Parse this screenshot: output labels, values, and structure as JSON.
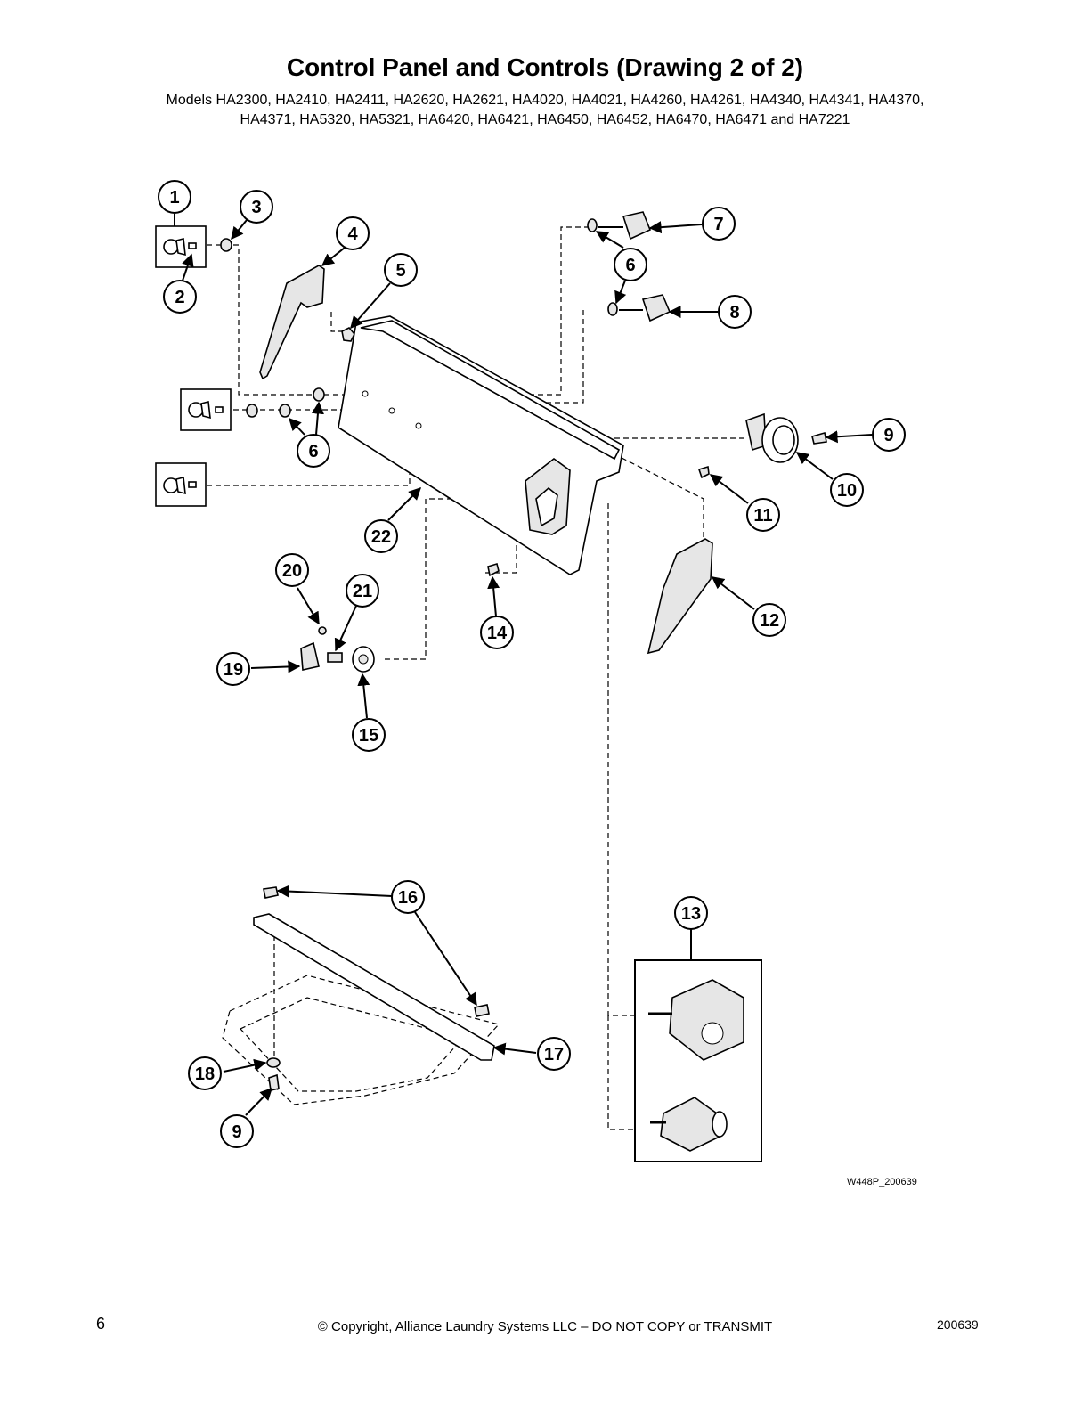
{
  "header": {
    "title": "Control Panel and Controls (Drawing 2 of 2)",
    "models_line_1": "Models HA2300, HA2410, HA2411, HA2620, HA2621, HA4020, HA4021, HA4260, HA4261, HA4340, HA4341, HA4370,",
    "models_line_2": "HA4371, HA5320, HA5321, HA6420, HA6421, HA6450, HA6452, HA6470, HA6471 and HA7221"
  },
  "callouts": {
    "c1": "1",
    "c2": "2",
    "c3": "3",
    "c4": "4",
    "c5": "5",
    "c6a": "6",
    "c6b": "6",
    "c7": "7",
    "c8": "8",
    "c9a": "9",
    "c9b": "9",
    "c10": "10",
    "c11": "11",
    "c12": "12",
    "c13": "13",
    "c14": "14",
    "c15": "15",
    "c16": "16",
    "c17": "17",
    "c18": "18",
    "c19": "19",
    "c20": "20",
    "c21": "21",
    "c22": "22"
  },
  "drawing_code": "W448P_200639",
  "footer": {
    "page_number": "6",
    "copyright": "© Copyright, Alliance Laundry Systems LLC – DO NOT COPY or TRANSMIT",
    "doc_number": "200639"
  }
}
